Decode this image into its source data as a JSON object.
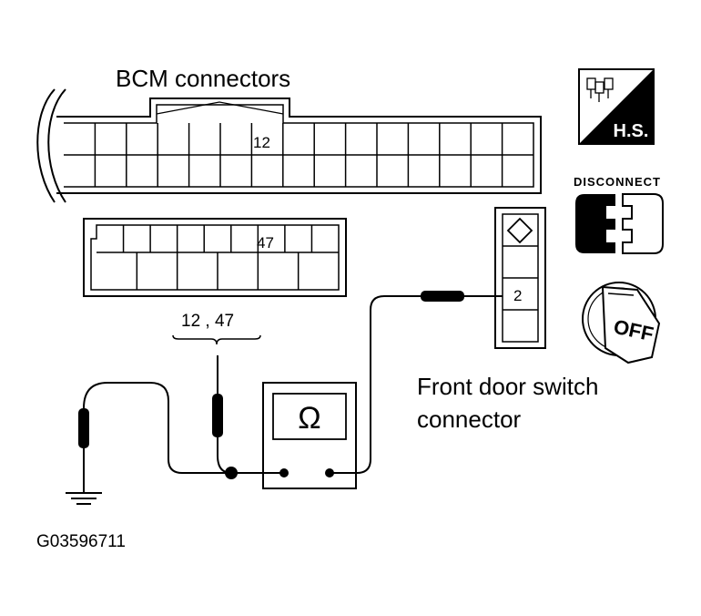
{
  "labels": {
    "bcm_title": "BCM connectors",
    "bcm_upper_pin": "12",
    "bcm_lower_pin": "47",
    "probe_pins": "12 , 47",
    "door_pin": "2",
    "door_connector_line1": "Front door switch",
    "door_connector_line2": "connector",
    "meter_symbol": "Ω",
    "figure_id": "G03596711"
  },
  "icons": {
    "harness": "H.S.",
    "disconnect": "DISCONNECT",
    "ignition": "OFF"
  }
}
